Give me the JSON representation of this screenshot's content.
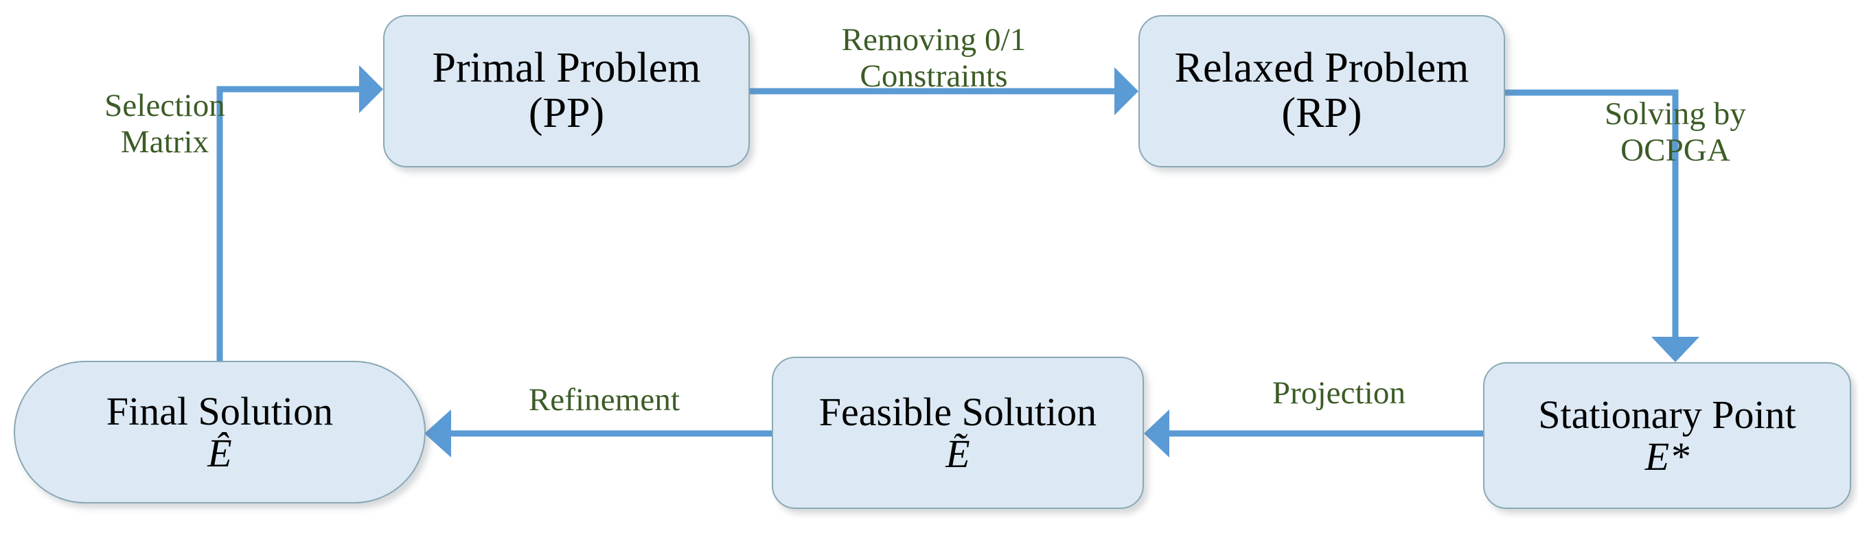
{
  "diagram": {
    "title": "OCPGA optimization workflow",
    "colors": {
      "node_fill": "#dce9f4",
      "node_border": "#8aa9b4",
      "arrow": "#5b9bd5",
      "label_text": "#3c5c26",
      "node_text": "#000000",
      "background": "#ffffff"
    },
    "nodes": [
      {
        "id": "pp",
        "shape": "rounded-rect",
        "line1": "Primal Problem",
        "line2": "(PP)"
      },
      {
        "id": "rp",
        "shape": "rounded-rect",
        "line1": "Relaxed Problem",
        "line2": "(RP)"
      },
      {
        "id": "sp",
        "shape": "rounded-rect",
        "line1": "Stationary Point",
        "line2": "E*"
      },
      {
        "id": "fs",
        "shape": "rounded-rect",
        "line1": "Feasible Solution",
        "line2": "Ẽ"
      },
      {
        "id": "final",
        "shape": "pill",
        "line1": "Final Solution",
        "line2": "Ê"
      }
    ],
    "edges": [
      {
        "id": "pp-to-rp",
        "from": "pp",
        "to": "rp",
        "label": "Removing 0/1\nConstraints",
        "direction": "right"
      },
      {
        "id": "rp-to-sp",
        "from": "rp",
        "to": "sp",
        "label": "Solving by\nOCPGA",
        "direction": "down"
      },
      {
        "id": "sp-to-fs",
        "from": "sp",
        "to": "fs",
        "label": "Projection",
        "direction": "left"
      },
      {
        "id": "fs-to-final",
        "from": "fs",
        "to": "final",
        "label": "Refinement",
        "direction": "left"
      },
      {
        "id": "final-to-pp",
        "from": "final",
        "to": "pp",
        "label": "Selection\nMatrix",
        "direction": "up"
      }
    ]
  }
}
